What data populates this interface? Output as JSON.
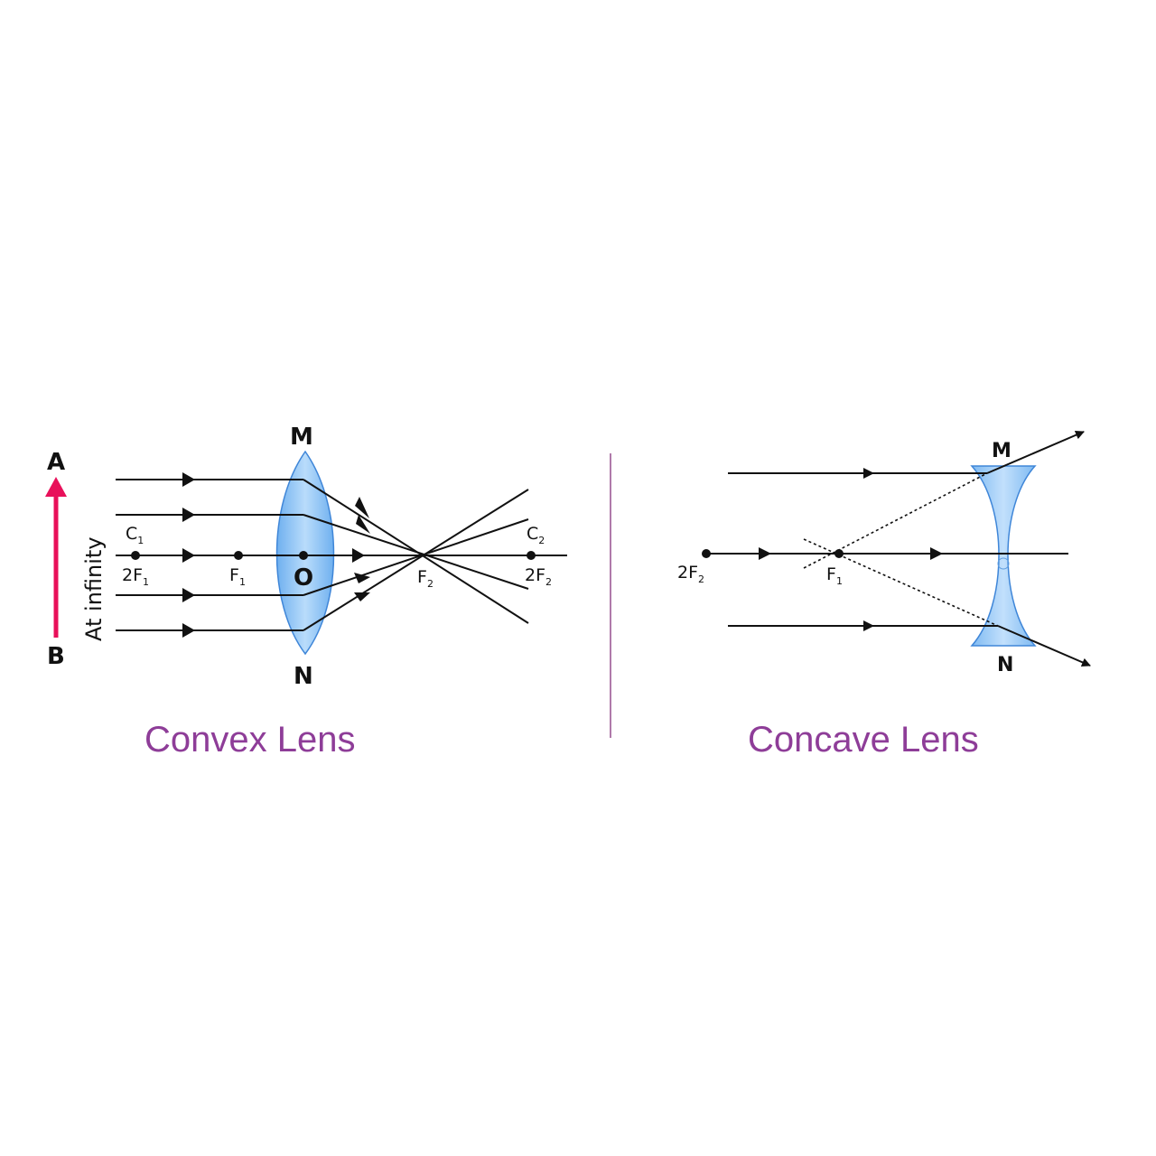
{
  "convex": {
    "caption": "Convex Lens",
    "top_label": "M",
    "bottom_label": "N",
    "center_label": "O",
    "object_top": "A",
    "object_bottom": "B",
    "object_note": "At infinity",
    "points": [
      {
        "id": "c1",
        "main": "C",
        "sub": "1"
      },
      {
        "id": "2f1",
        "main": "2F",
        "sub": "1"
      },
      {
        "id": "f1",
        "main": "F",
        "sub": "1"
      },
      {
        "id": "f2",
        "main": "F",
        "sub": "2"
      },
      {
        "id": "c2",
        "main": "C",
        "sub": "2"
      },
      {
        "id": "2f2",
        "main": "2F",
        "sub": "2"
      }
    ]
  },
  "concave": {
    "caption": "Concave Lens",
    "top_label": "M",
    "bottom_label": "N",
    "points": [
      {
        "id": "2f2",
        "main": "2F",
        "sub": "2"
      },
      {
        "id": "f1",
        "main": "F",
        "sub": "1"
      }
    ]
  },
  "colors": {
    "lens_fill": "#8ec5f5",
    "lens_stroke": "#3f86d8",
    "object_arrow": "#e8105a",
    "caption": "#8e3d98",
    "divider": "#b07aaa"
  }
}
